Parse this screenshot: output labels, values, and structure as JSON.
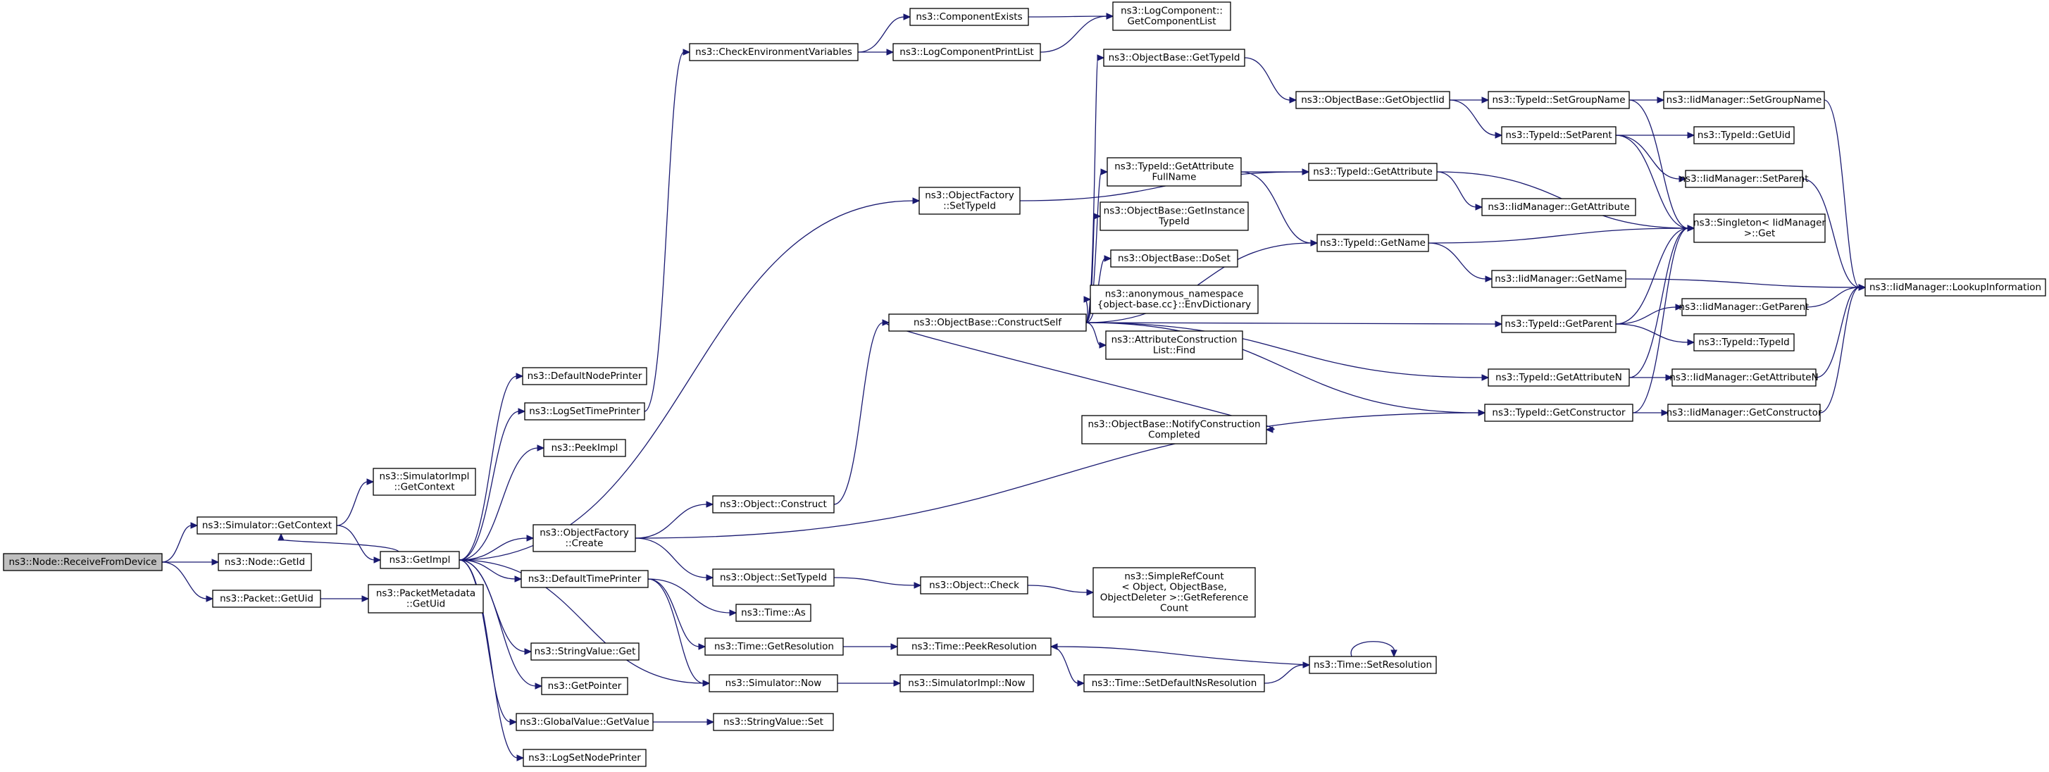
{
  "graph": {
    "colors": {
      "edge": "#191970",
      "node_border": "#000000",
      "root_fill": "#bfbfbf",
      "node_fill": "#ffffff"
    },
    "nodes": [
      {
        "id": "receive",
        "lines": [
          "ns3::Node::ReceiveFromDevice"
        ]
      },
      {
        "id": "getcontext",
        "lines": [
          "ns3::Simulator::GetContext"
        ]
      },
      {
        "id": "nodegetid",
        "lines": [
          "ns3::Node::GetId"
        ]
      },
      {
        "id": "packetgetuid",
        "lines": [
          "ns3::Packet::GetUid"
        ]
      },
      {
        "id": "simimplgetcontext",
        "lines": [
          "ns3::SimulatorImpl",
          "::GetContext"
        ]
      },
      {
        "id": "getimpl",
        "lines": [
          "ns3::GetImpl"
        ]
      },
      {
        "id": "pktmetagetuid",
        "lines": [
          "ns3::PacketMetadata",
          "::GetUid"
        ]
      },
      {
        "id": "defaultnodeprinter",
        "lines": [
          "ns3::DefaultNodePrinter"
        ]
      },
      {
        "id": "logsettimeprinter",
        "lines": [
          "ns3::LogSetTimePrinter"
        ]
      },
      {
        "id": "peekimpl",
        "lines": [
          "ns3::PeekImpl"
        ]
      },
      {
        "id": "objfactorycreate",
        "lines": [
          "ns3::ObjectFactory",
          "::Create"
        ]
      },
      {
        "id": "defaulttimeprinter",
        "lines": [
          "ns3::DefaultTimePrinter"
        ]
      },
      {
        "id": "stringvalueget",
        "lines": [
          "ns3::StringValue::Get"
        ]
      },
      {
        "id": "getpointer",
        "lines": [
          "ns3::GetPointer"
        ]
      },
      {
        "id": "globalvaluegetvalue",
        "lines": [
          "ns3::GlobalValue::GetValue"
        ]
      },
      {
        "id": "logsetnodeprinter",
        "lines": [
          "ns3::LogSetNodePrinter"
        ]
      },
      {
        "id": "checkenv",
        "lines": [
          "ns3::CheckEnvironmentVariables"
        ]
      },
      {
        "id": "objfactorysettypeid",
        "lines": [
          "ns3::ObjectFactory",
          "::SetTypeId"
        ]
      },
      {
        "id": "objectconstruct",
        "lines": [
          "ns3::Object::Construct"
        ]
      },
      {
        "id": "objectsettypeid",
        "lines": [
          "ns3::Object::SetTypeId"
        ]
      },
      {
        "id": "timeas",
        "lines": [
          "ns3::Time::As"
        ]
      },
      {
        "id": "timegetresolution",
        "lines": [
          "ns3::Time::GetResolution"
        ]
      },
      {
        "id": "simulatornow",
        "lines": [
          "ns3::Simulator::Now"
        ]
      },
      {
        "id": "stringvalueset",
        "lines": [
          "ns3::StringValue::Set"
        ]
      },
      {
        "id": "componentexists",
        "lines": [
          "ns3::ComponentExists"
        ]
      },
      {
        "id": "logcomponentprintlist",
        "lines": [
          "ns3::LogComponentPrintList"
        ]
      },
      {
        "id": "objectbaseconstructself",
        "lines": [
          "ns3::ObjectBase::ConstructSelf"
        ]
      },
      {
        "id": "objectcheck",
        "lines": [
          "ns3::Object::Check"
        ]
      },
      {
        "id": "timepeekresolution",
        "lines": [
          "ns3::Time::PeekResolution"
        ]
      },
      {
        "id": "simimplnow",
        "lines": [
          "ns3::SimulatorImpl::Now"
        ]
      },
      {
        "id": "logcomponentgetlist",
        "lines": [
          "ns3::LogComponent::",
          "GetComponentList"
        ]
      },
      {
        "id": "objectbasegettypeid",
        "lines": [
          "ns3::ObjectBase::GetTypeId"
        ]
      },
      {
        "id": "typeidgetattrfullname",
        "lines": [
          "ns3::TypeId::GetAttribute",
          "FullName"
        ]
      },
      {
        "id": "objectbasegetinstancetypeid",
        "lines": [
          "ns3::ObjectBase::GetInstance",
          "TypeId"
        ]
      },
      {
        "id": "objectbasedoset",
        "lines": [
          "ns3::ObjectBase::DoSet"
        ]
      },
      {
        "id": "envdictionary",
        "lines": [
          "ns3::anonymous_namespace",
          "{object-base.cc}::EnvDictionary"
        ]
      },
      {
        "id": "attrconstructionlistfind",
        "lines": [
          "ns3::AttributeConstruction",
          "List::Find"
        ]
      },
      {
        "id": "notifyconstructioncompleted",
        "lines": [
          "ns3::ObjectBase::NotifyConstruction",
          "Completed"
        ]
      },
      {
        "id": "simplerefcount",
        "lines": [
          "ns3::SimpleRefCount",
          "< Object, ObjectBase,",
          "ObjectDeleter >::GetReference",
          "Count"
        ]
      },
      {
        "id": "timesetdefaultns",
        "lines": [
          "ns3::Time::SetDefaultNsResolution"
        ]
      },
      {
        "id": "objectbasegetobjectiid",
        "lines": [
          "ns3::ObjectBase::GetObjectIid"
        ]
      },
      {
        "id": "typeidgetattribute",
        "lines": [
          "ns3::TypeId::GetAttribute"
        ]
      },
      {
        "id": "typeidgetname",
        "lines": [
          "ns3::TypeId::GetName"
        ]
      },
      {
        "id": "timesetresolution",
        "lines": [
          "ns3::Time::SetResolution"
        ]
      },
      {
        "id": "typeidsetgroupname",
        "lines": [
          "ns3::TypeId::SetGroupName"
        ]
      },
      {
        "id": "typeidsetparent",
        "lines": [
          "ns3::TypeId::SetParent"
        ]
      },
      {
        "id": "iidmanagergetattribute",
        "lines": [
          "ns3::IidManager::GetAttribute"
        ]
      },
      {
        "id": "iidmanagergetname",
        "lines": [
          "ns3::IidManager::GetName"
        ]
      },
      {
        "id": "typeidgetparent",
        "lines": [
          "ns3::TypeId::GetParent"
        ]
      },
      {
        "id": "typeidgetattributen",
        "lines": [
          "ns3::TypeId::GetAttributeN"
        ]
      },
      {
        "id": "typeidgetconstructor",
        "lines": [
          "ns3::TypeId::GetConstructor"
        ]
      },
      {
        "id": "iidmanagersetgroupname",
        "lines": [
          "ns3::IidManager::SetGroupName"
        ]
      },
      {
        "id": "typeidgetuid",
        "lines": [
          "ns3::TypeId::GetUid"
        ]
      },
      {
        "id": "iidmanagersetparent",
        "lines": [
          "ns3::IidManager::SetParent"
        ]
      },
      {
        "id": "singletonget",
        "lines": [
          "ns3::Singleton< IidManager",
          " >::Get"
        ]
      },
      {
        "id": "iidmanagergetparent",
        "lines": [
          "ns3::IidManager::GetParent"
        ]
      },
      {
        "id": "typeidtypeid",
        "lines": [
          "ns3::TypeId::TypeId"
        ]
      },
      {
        "id": "iidmanagergetattributen",
        "lines": [
          "ns3::IidManager::GetAttributeN"
        ]
      },
      {
        "id": "iidmanagergetconstructor",
        "lines": [
          "ns3::IidManager::GetConstructor"
        ]
      },
      {
        "id": "iidmanagerlookup",
        "lines": [
          "ns3::IidManager::LookupInformation"
        ]
      }
    ],
    "edges": [
      [
        "receive",
        "getcontext"
      ],
      [
        "receive",
        "nodegetid"
      ],
      [
        "receive",
        "packetgetuid"
      ],
      [
        "getcontext",
        "simimplgetcontext"
      ],
      [
        "getcontext",
        "getimpl"
      ],
      [
        "packetgetuid",
        "pktmetagetuid"
      ],
      [
        "getimpl",
        "defaultnodeprinter"
      ],
      [
        "getimpl",
        "logsettimeprinter"
      ],
      [
        "getimpl",
        "peekimpl"
      ],
      [
        "getimpl",
        "objfactorycreate"
      ],
      [
        "getimpl",
        "defaulttimeprinter"
      ],
      [
        "getimpl",
        "stringvalueget"
      ],
      [
        "getimpl",
        "getpointer"
      ],
      [
        "getimpl",
        "globalvaluegetvalue"
      ],
      [
        "getimpl",
        "logsetnodeprinter"
      ],
      [
        "getimpl",
        "getcontext"
      ],
      [
        "getimpl",
        "simulatornow"
      ],
      [
        "getimpl",
        "objfactorysettypeid"
      ],
      [
        "logsettimeprinter",
        "checkenv"
      ],
      [
        "checkenv",
        "componentexists"
      ],
      [
        "checkenv",
        "logcomponentprintlist"
      ],
      [
        "componentexists",
        "logcomponentgetlist"
      ],
      [
        "logcomponentprintlist",
        "logcomponentgetlist"
      ],
      [
        "objfactorycreate",
        "objectconstruct"
      ],
      [
        "objfactorycreate",
        "objectsettypeid"
      ],
      [
        "objfactorycreate",
        "typeidgetconstructor"
      ],
      [
        "defaulttimeprinter",
        "timeas"
      ],
      [
        "defaulttimeprinter",
        "timegetresolution"
      ],
      [
        "defaulttimeprinter",
        "simulatornow"
      ],
      [
        "globalvaluegetvalue",
        "stringvalueset"
      ],
      [
        "objectconstruct",
        "objectbaseconstructself"
      ],
      [
        "objectsettypeid",
        "objectcheck"
      ],
      [
        "objectcheck",
        "simplerefcount"
      ],
      [
        "timegetresolution",
        "timepeekresolution"
      ],
      [
        "simulatornow",
        "simimplnow"
      ],
      [
        "timepeekresolution",
        "timesetdefaultns"
      ],
      [
        "timesetdefaultns",
        "timesetresolution"
      ],
      [
        "timesetresolution",
        "timepeekresolution"
      ],
      [
        "timesetresolution",
        "timesetresolution"
      ],
      [
        "objfactorysettypeid",
        "typeidgetattribute"
      ],
      [
        "objectbaseconstructself",
        "objectbasegettypeid"
      ],
      [
        "objectbaseconstructself",
        "typeidgetattrfullname"
      ],
      [
        "objectbaseconstructself",
        "objectbasegetinstancetypeid"
      ],
      [
        "objectbaseconstructself",
        "objectbasedoset"
      ],
      [
        "objectbaseconstructself",
        "envdictionary"
      ],
      [
        "objectbaseconstructself",
        "attrconstructionlistfind"
      ],
      [
        "objectbaseconstructself",
        "notifyconstructioncompleted"
      ],
      [
        "objectbaseconstructself",
        "typeidgetname"
      ],
      [
        "objectbaseconstructself",
        "typeidgetparent"
      ],
      [
        "objectbaseconstructself",
        "typeidgetattributen"
      ],
      [
        "objectbaseconstructself",
        "typeidgetconstructor"
      ],
      [
        "objectbasegettypeid",
        "objectbasegetobjectiid"
      ],
      [
        "objectbasegetobjectiid",
        "typeidsetgroupname"
      ],
      [
        "objectbasegetobjectiid",
        "typeidsetparent"
      ],
      [
        "typeidgetattrfullname",
        "typeidgetattribute"
      ],
      [
        "typeidgetattrfullname",
        "typeidgetname"
      ],
      [
        "typeidgetattribute",
        "iidmanagergetattribute"
      ],
      [
        "typeidgetattribute",
        "singletonget"
      ],
      [
        "typeidgetname",
        "iidmanagergetname"
      ],
      [
        "typeidgetname",
        "singletonget"
      ],
      [
        "typeidsetgroupname",
        "iidmanagersetgroupname"
      ],
      [
        "typeidsetgroupname",
        "singletonget"
      ],
      [
        "typeidsetparent",
        "typeidgetuid"
      ],
      [
        "typeidsetparent",
        "iidmanagersetparent"
      ],
      [
        "typeidsetparent",
        "singletonget"
      ],
      [
        "iidmanagersetgroupname",
        "iidmanagerlookup"
      ],
      [
        "iidmanagersetparent",
        "iidmanagerlookup"
      ],
      [
        "iidmanagergetname",
        "iidmanagerlookup"
      ],
      [
        "typeidgetparent",
        "iidmanagergetparent"
      ],
      [
        "typeidgetparent",
        "typeidtypeid"
      ],
      [
        "typeidgetparent",
        "singletonget"
      ],
      [
        "typeidgetattributen",
        "iidmanagergetattributen"
      ],
      [
        "typeidgetattributen",
        "singletonget"
      ],
      [
        "typeidgetconstructor",
        "iidmanagergetconstructor"
      ],
      [
        "typeidgetconstructor",
        "singletonget"
      ],
      [
        "iidmanagergetparent",
        "iidmanagerlookup"
      ],
      [
        "iidmanagergetattributen",
        "iidmanagerlookup"
      ],
      [
        "iidmanagergetconstructor",
        "iidmanagerlookup"
      ]
    ]
  }
}
